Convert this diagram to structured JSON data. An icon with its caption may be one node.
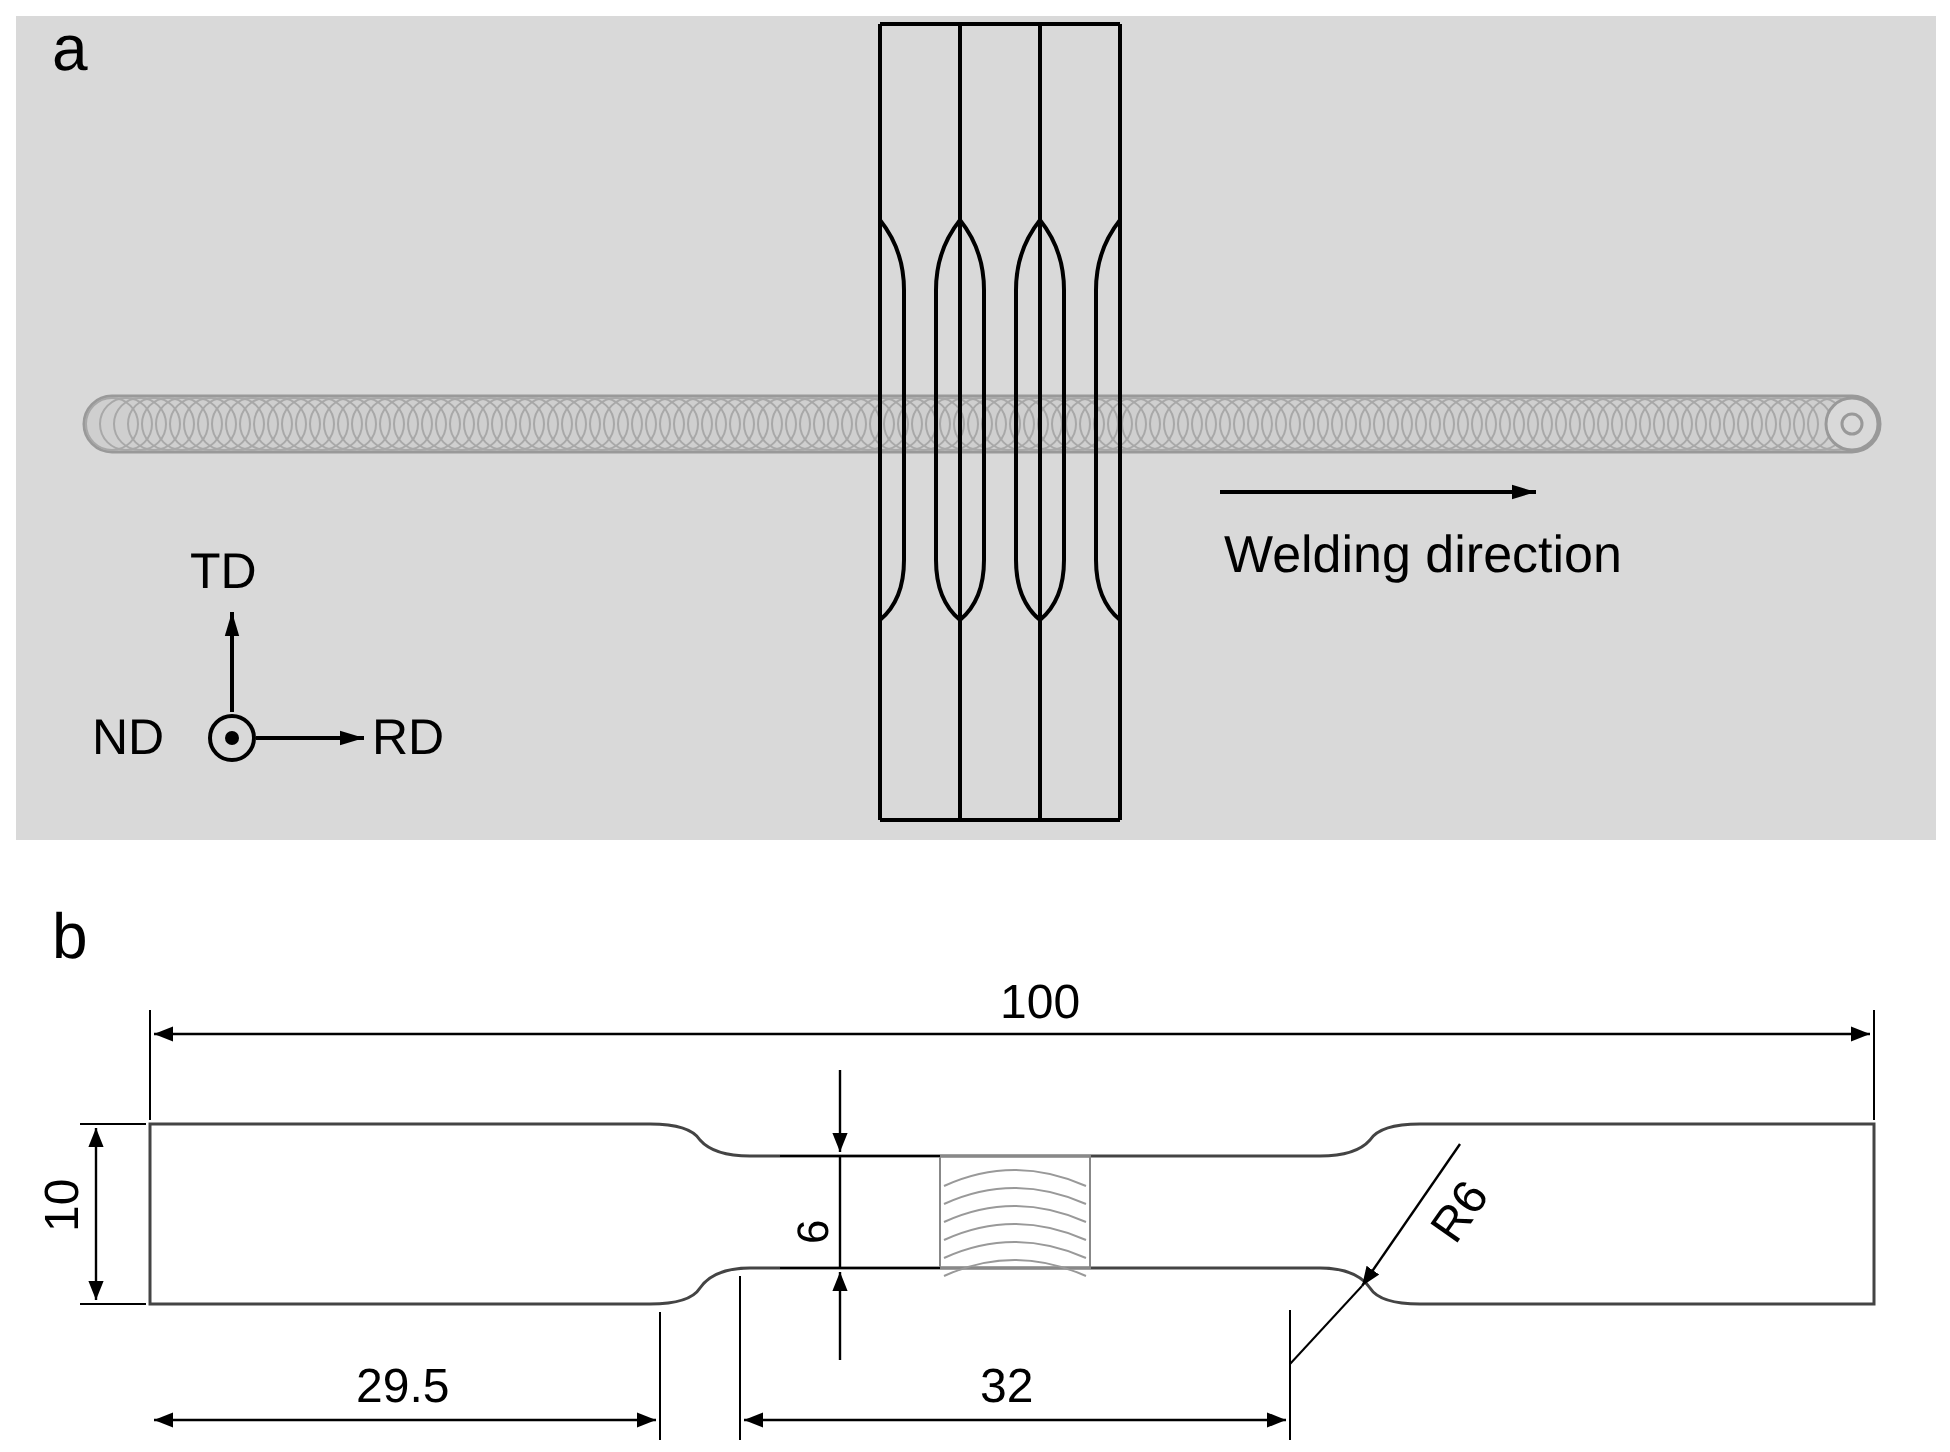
{
  "diagram": {
    "labels": [
      "a",
      "Welding direction",
      "TD",
      "ND",
      "RD",
      "b",
      "100",
      "10",
      "6",
      "29.5",
      "32",
      "R6"
    ]
  }
}
